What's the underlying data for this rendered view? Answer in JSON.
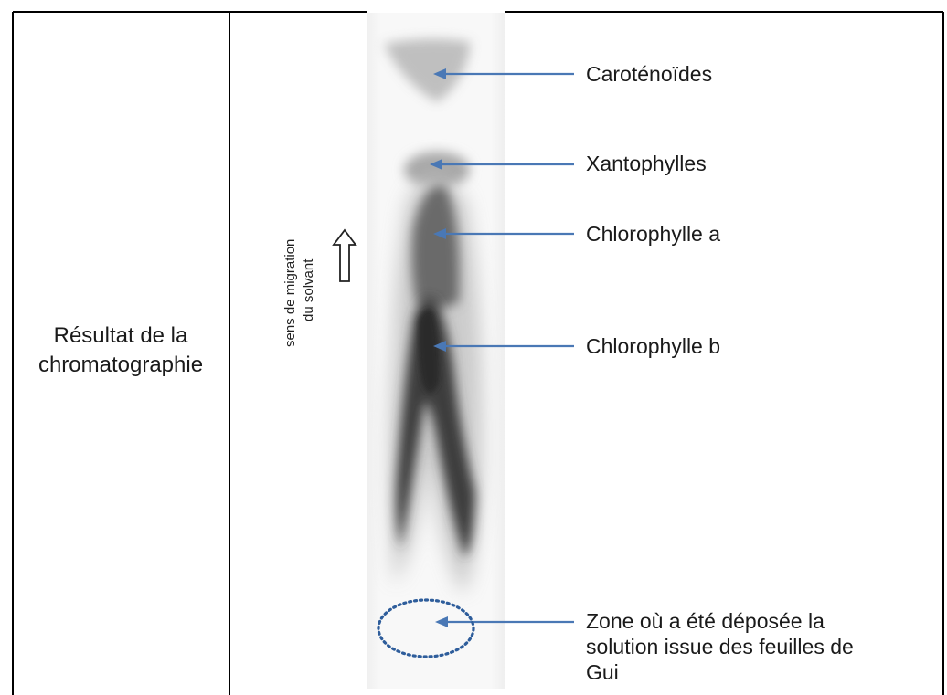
{
  "table": {
    "row_label_line1": "Résultat de la",
    "row_label_line2": "chromatographie"
  },
  "migration": {
    "line1": "sens de migration",
    "line2": "du solvant"
  },
  "bands": [
    {
      "id": "carotenoides",
      "label": "Caroténoïdes"
    },
    {
      "id": "xantophylles",
      "label": "Xantophylles"
    },
    {
      "id": "chlorophylle-a",
      "label": "Chlorophylle a"
    },
    {
      "id": "chlorophylle-b",
      "label": "Chlorophylle b"
    }
  ],
  "deposit_zone": {
    "label_line1": "Zone où a été déposée la",
    "label_line2": "solution issue des feuilles de",
    "label_line3": "Gui"
  },
  "colors": {
    "arrow": "#4a78b5",
    "dotted_circle": "#2e5d9b",
    "border": "#000000"
  }
}
